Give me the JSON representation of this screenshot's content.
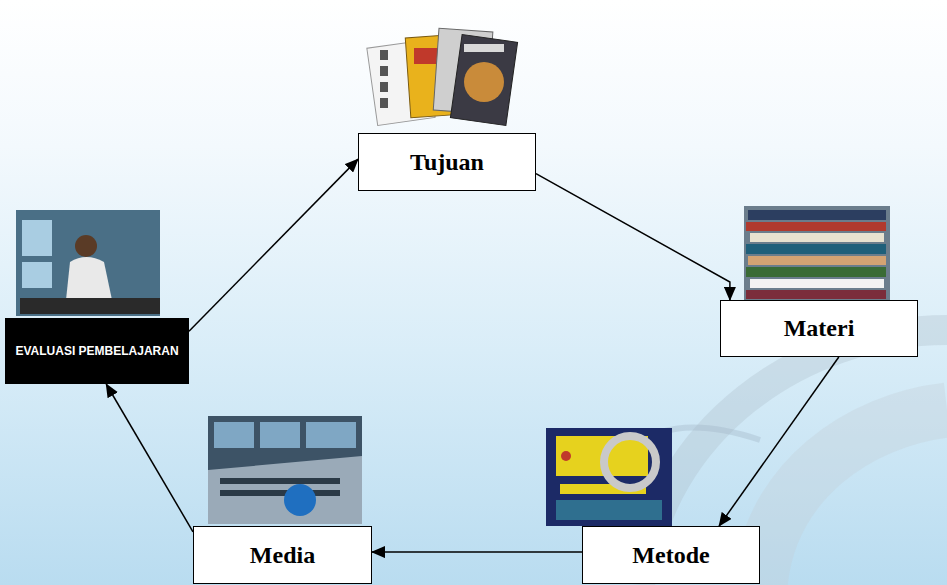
{
  "diagram": {
    "nodes": [
      {
        "text": [
          "Tujuan"
        ]
      },
      {
        "text": [
          "Materi"
        ]
      },
      {
        "text": [
          "Metode"
        ]
      },
      {
        "text": [
          "Media"
        ]
      },
      {
        "text": [
          "EVALUASI PEMBELAJARAN"
        ]
      }
    ],
    "edges": [
      {
        "from": 0,
        "to": 1,
        "arrow": "to"
      },
      {
        "from": 1,
        "to": 2,
        "arrow": "to"
      },
      {
        "from": 2,
        "to": 3,
        "arrow": "to"
      },
      {
        "from": 3,
        "to": 4,
        "arrow": "to"
      },
      {
        "from": 4,
        "to": 0,
        "arrow": "to"
      }
    ]
  }
}
